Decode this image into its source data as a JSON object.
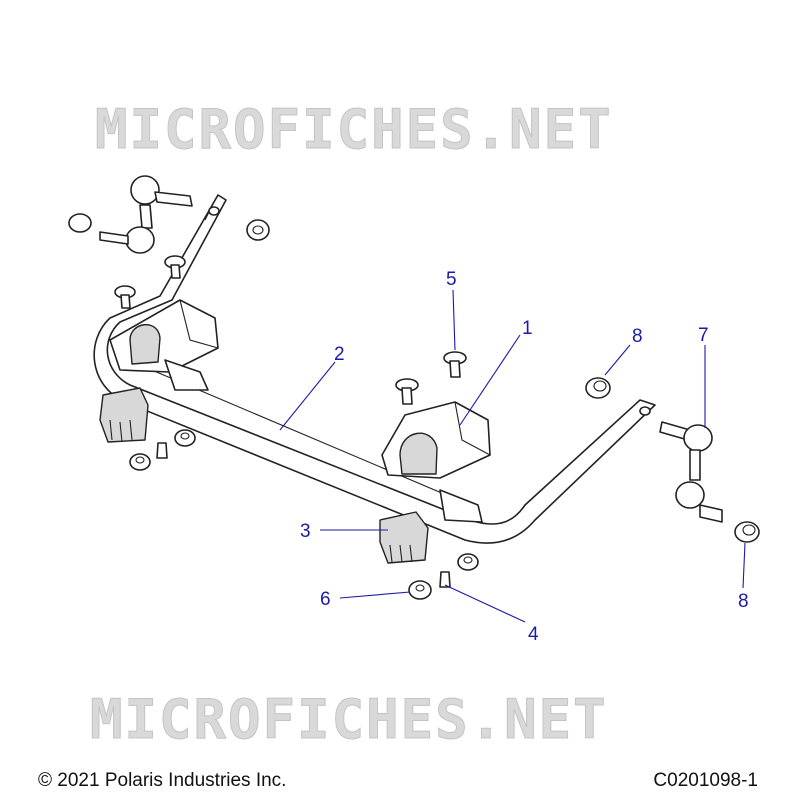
{
  "watermark": "MICROFICHES.NET",
  "callouts": {
    "c1": "1",
    "c2": "2",
    "c3": "3",
    "c4": "4",
    "c5": "5",
    "c6": "6",
    "c7": "7",
    "c8a": "8",
    "c8b": "8"
  },
  "footer": {
    "copyright": "© 2021 Polaris Industries Inc.",
    "diagram_code": "C0201098-1"
  },
  "colors": {
    "callout": "#1a1aa8",
    "watermark": "#d9d9d9"
  }
}
